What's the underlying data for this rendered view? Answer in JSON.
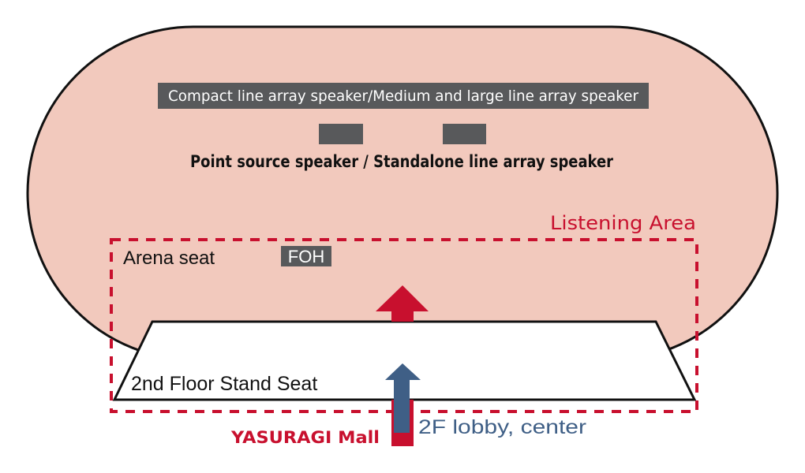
{
  "diagram": {
    "banner_top": "Compact line array speaker/Medium and large line array speaker",
    "point_source_label": "Point source speaker / Standalone line array speaker",
    "listening_area_label": "Listening Area",
    "arena_seat_label": "Arena seat",
    "foh_label": "FOH",
    "stand_seat_label": "2nd Floor Stand Seat",
    "mall_label": "YASURAGI Mall",
    "lobby_label": "2F lobby, center"
  },
  "colors": {
    "arena_fill": "#f2c9bd",
    "outline": "#111111",
    "speaker_box": "#58595b",
    "accent_red": "#c8102e",
    "accent_blue": "#3f5f86",
    "white": "#ffffff"
  },
  "icons": {
    "stage_arrow": "arrow-up-icon",
    "lobby_arrow": "arrow-up-icon"
  }
}
